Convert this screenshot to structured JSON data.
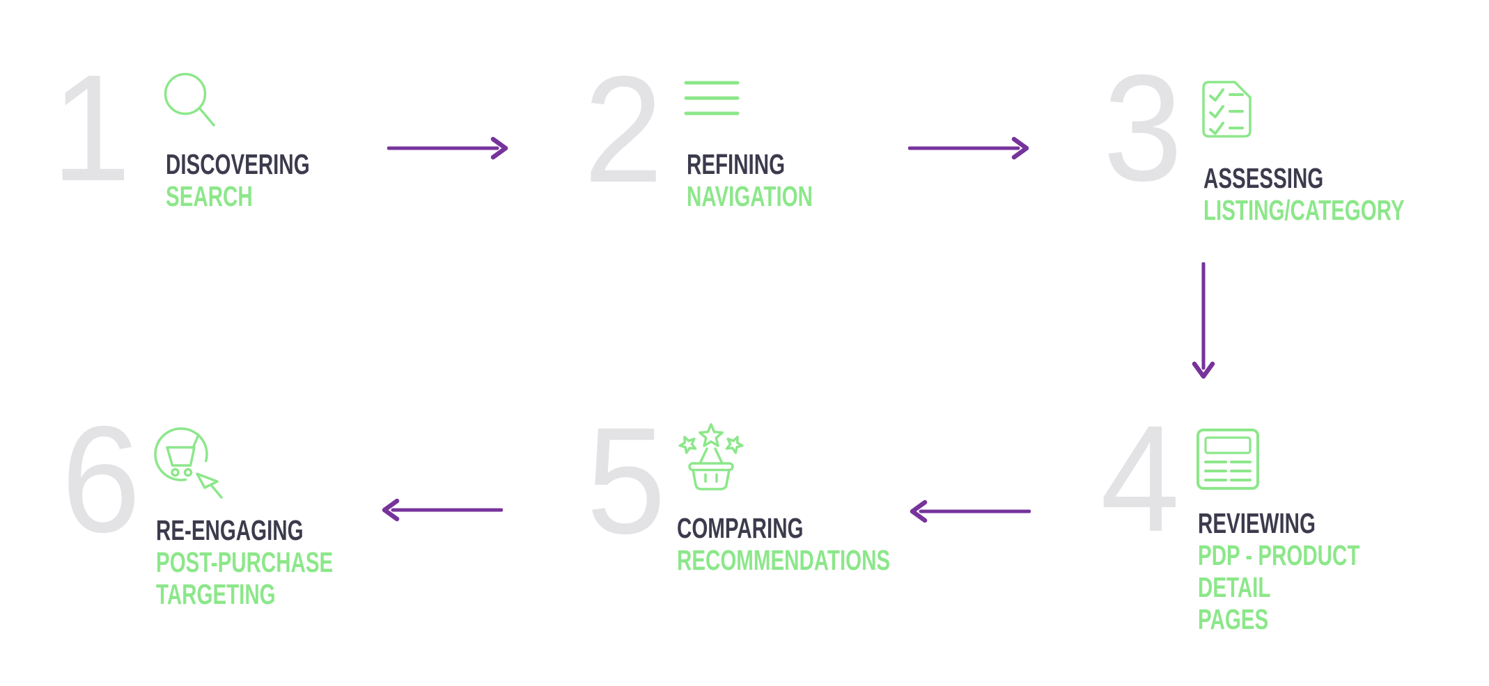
{
  "diagram": {
    "colors": {
      "green": "#8ce78a",
      "dark": "#3c3b4d",
      "purple": "#76339b",
      "numberGray": "#e3e3e6"
    },
    "steps": [
      {
        "number": "1",
        "title": "DISCOVERING",
        "subtitle": "SEARCH",
        "icon": "search-icon"
      },
      {
        "number": "2",
        "title": "REFINING",
        "subtitle": "NAVIGATION",
        "icon": "menu-lines-icon"
      },
      {
        "number": "3",
        "title": "ASSESSING",
        "subtitle": "LISTING/CATEGORY",
        "icon": "checklist-doc-icon"
      },
      {
        "number": "4",
        "title": "REVIEWING",
        "subtitle": "PDP - PRODUCT DETAIL\nPAGES",
        "icon": "product-page-icon"
      },
      {
        "number": "5",
        "title": "COMPARING",
        "subtitle": "RECOMMENDATIONS",
        "icon": "starred-basket-icon"
      },
      {
        "number": "6",
        "title": "RE-ENGAGING",
        "subtitle": "POST-PURCHASE\nTARGETING",
        "icon": "cart-cursor-icon"
      }
    ],
    "arrows": [
      {
        "from": "1",
        "to": "2",
        "direction": "right"
      },
      {
        "from": "2",
        "to": "3",
        "direction": "right"
      },
      {
        "from": "3",
        "to": "4",
        "direction": "down"
      },
      {
        "from": "4",
        "to": "5",
        "direction": "left"
      },
      {
        "from": "5",
        "to": "6",
        "direction": "left"
      }
    ]
  }
}
